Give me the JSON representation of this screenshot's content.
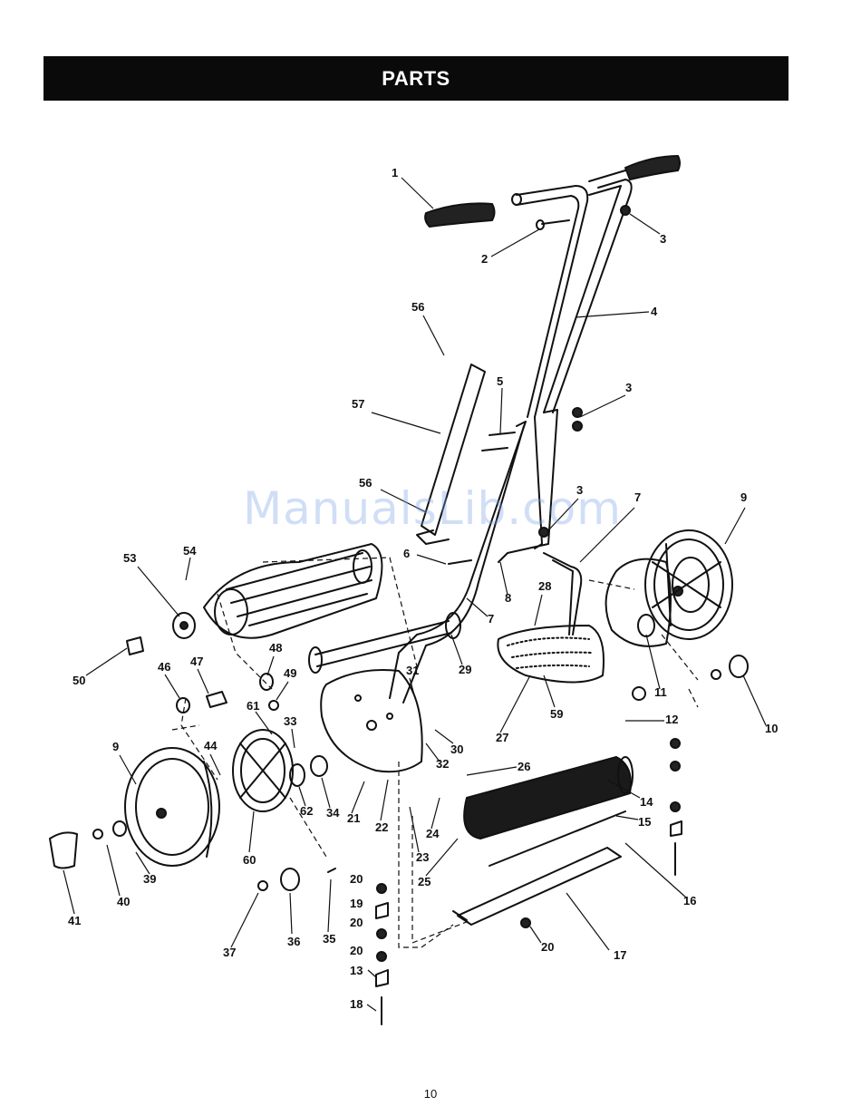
{
  "header": {
    "title": "PARTS"
  },
  "watermark": "ManualsLib.com",
  "page_number": "10",
  "callouts": [
    "1",
    "2",
    "3",
    "4",
    "56",
    "5",
    "3",
    "57",
    "56",
    "3",
    "7",
    "9",
    "6",
    "53",
    "54",
    "28",
    "8",
    "7",
    "29",
    "31",
    "48",
    "49",
    "50",
    "46",
    "47",
    "61",
    "33",
    "11",
    "10",
    "59",
    "27",
    "12",
    "30",
    "9",
    "44",
    "32",
    "26",
    "62",
    "34",
    "21",
    "22",
    "14",
    "60",
    "24",
    "15",
    "39",
    "40",
    "23",
    "25",
    "16",
    "41",
    "20",
    "19",
    "20",
    "20",
    "17",
    "37",
    "36",
    "35",
    "13",
    "18",
    "20"
  ]
}
